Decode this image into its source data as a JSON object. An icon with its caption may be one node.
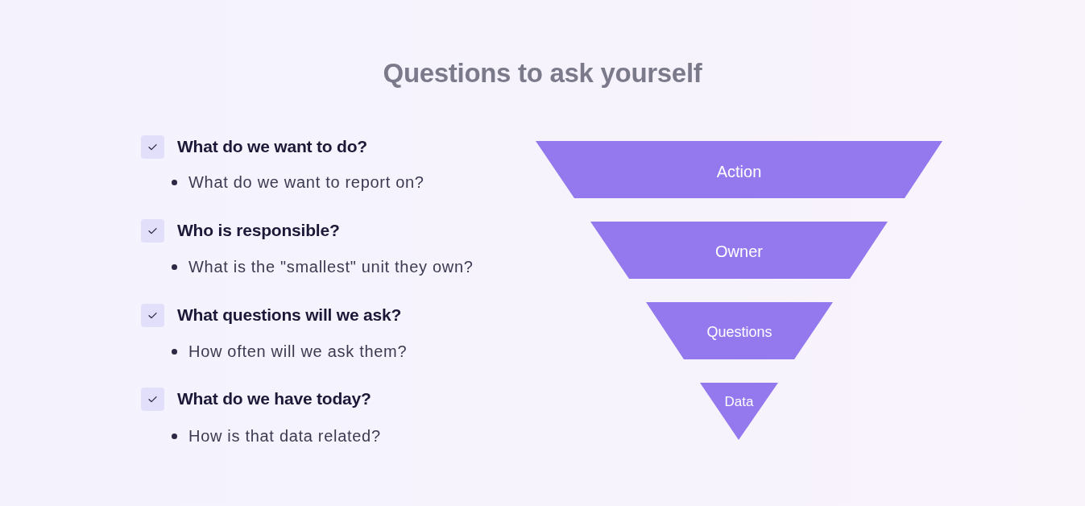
{
  "diagram": {
    "title": "Questions to ask yourself",
    "nodes": [
      {
        "text": [
          "Action"
        ]
      },
      {
        "text": [
          "Owner"
        ]
      },
      {
        "text": [
          "Questions"
        ]
      },
      {
        "text": [
          "Data"
        ]
      }
    ],
    "labels": [
      "What do we want to do?",
      "What do we want to report on?",
      "Who is responsible?",
      "What is the \"smallest\" unit they own?",
      "What questions will we ask?",
      "How often will we ask them?",
      "What do we have today?",
      "How is that data related?"
    ]
  }
}
